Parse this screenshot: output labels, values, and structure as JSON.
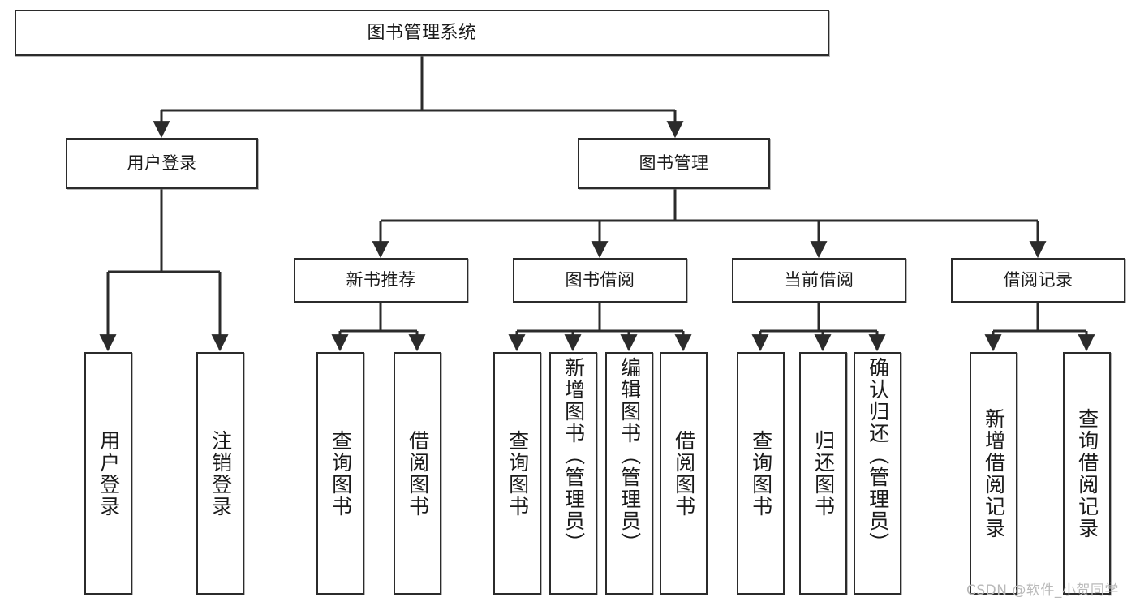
{
  "diagram": {
    "title": "图书管理系统",
    "type": "tree",
    "orientation": "top-down",
    "colors": {
      "border": "#2b2b2b",
      "fill": "#ffffff",
      "text": "#1a1a1a",
      "edge": "#2b2b2b",
      "watermark": "#b9b9b9"
    }
  },
  "nodes": {
    "root": {
      "label": "图书管理系统",
      "level": 0
    },
    "level1": [
      {
        "id": "user-login",
        "label": "用户登录"
      },
      {
        "id": "book-manage",
        "label": "图书管理"
      }
    ],
    "level2": [
      {
        "id": "new-book-recommend",
        "label": "新书推荐",
        "parent": "book-manage"
      },
      {
        "id": "book-borrow",
        "label": "图书借阅",
        "parent": "book-manage"
      },
      {
        "id": "current-borrow",
        "label": "当前借阅",
        "parent": "book-manage"
      },
      {
        "id": "borrow-record",
        "label": "借阅记录",
        "parent": "book-manage"
      }
    ],
    "leaves": [
      {
        "id": "leaf-user-login",
        "label": "用户登录",
        "parent": "user-login"
      },
      {
        "id": "leaf-user-logout",
        "label": "注销登录",
        "parent": "user-login"
      },
      {
        "id": "leaf-query-book-1",
        "label": "查询图书",
        "parent": "new-book-recommend"
      },
      {
        "id": "leaf-borrow-book-1",
        "label": "借阅图书",
        "parent": "new-book-recommend"
      },
      {
        "id": "leaf-query-book-2",
        "label": "查询图书",
        "parent": "book-borrow"
      },
      {
        "id": "leaf-add-book",
        "label": "新增图书（管理员）",
        "parent": "book-borrow"
      },
      {
        "id": "leaf-edit-book",
        "label": "编辑图书（管理员）",
        "parent": "book-borrow"
      },
      {
        "id": "leaf-borrow-book-2",
        "label": "借阅图书",
        "parent": "book-borrow"
      },
      {
        "id": "leaf-query-book-3",
        "label": "查询图书",
        "parent": "current-borrow"
      },
      {
        "id": "leaf-return-book",
        "label": "归还图书",
        "parent": "current-borrow"
      },
      {
        "id": "leaf-confirm-return",
        "label": "确认归还（管理员）",
        "parent": "current-borrow"
      },
      {
        "id": "leaf-add-record",
        "label": "新增借阅记录",
        "parent": "borrow-record"
      },
      {
        "id": "leaf-query-record",
        "label": "查询借阅记录",
        "parent": "borrow-record"
      }
    ]
  },
  "watermark": {
    "text": "CSDN @软件_小贺同学"
  }
}
